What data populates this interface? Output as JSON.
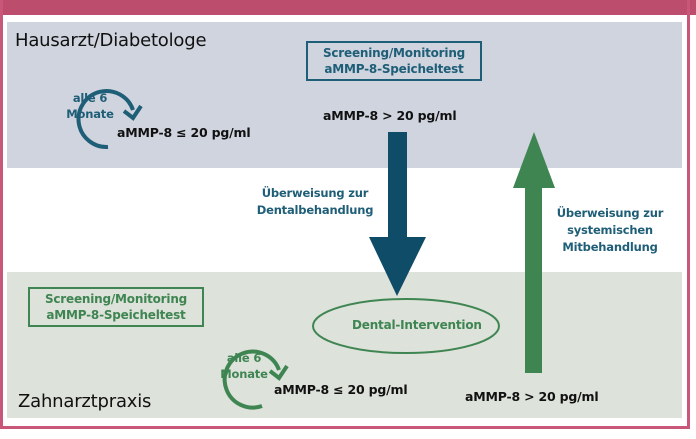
{
  "colors": {
    "frame": "#bd4d6c",
    "top_panel_bg": "#cfd4df",
    "bottom_panel_bg": "#dde2da",
    "blue_accent": "#1f5e77",
    "arrow_blue": "#0f4c68",
    "green_accent": "#3f8552"
  },
  "top_section": {
    "title": "Hausarzt/Diabetologe",
    "screening_box": {
      "line1": "Screening/Monitoring",
      "line2": "aMMP-8-Speicheltest"
    },
    "cycle": {
      "line1": "alle 6",
      "line2": "Monate",
      "icon": "circular-arrow-icon"
    },
    "low_value": "aMMP-8 ≤ 20 pg/ml",
    "high_value": "aMMP-8 > 20 pg/ml"
  },
  "middle": {
    "down_arrow_label": {
      "line1": "Überweisung zur",
      "line2": "Dentalbehandlung"
    },
    "up_arrow_label": {
      "line1": "Überweisung zur",
      "line2": "systemischen",
      "line3": "Mitbehandlung"
    }
  },
  "bottom_section": {
    "title": "Zahnarztpraxis",
    "screening_box": {
      "line1": "Screening/Monitoring",
      "line2": "aMMP-8-Speicheltest"
    },
    "intervention": "Dental-Intervention",
    "cycle": {
      "line1": "alle 6",
      "line2": "Monate",
      "icon": "circular-arrow-icon"
    },
    "low_value": "aMMP-8 ≤ 20 pg/ml",
    "high_value": "aMMP-8 > 20 pg/ml"
  }
}
